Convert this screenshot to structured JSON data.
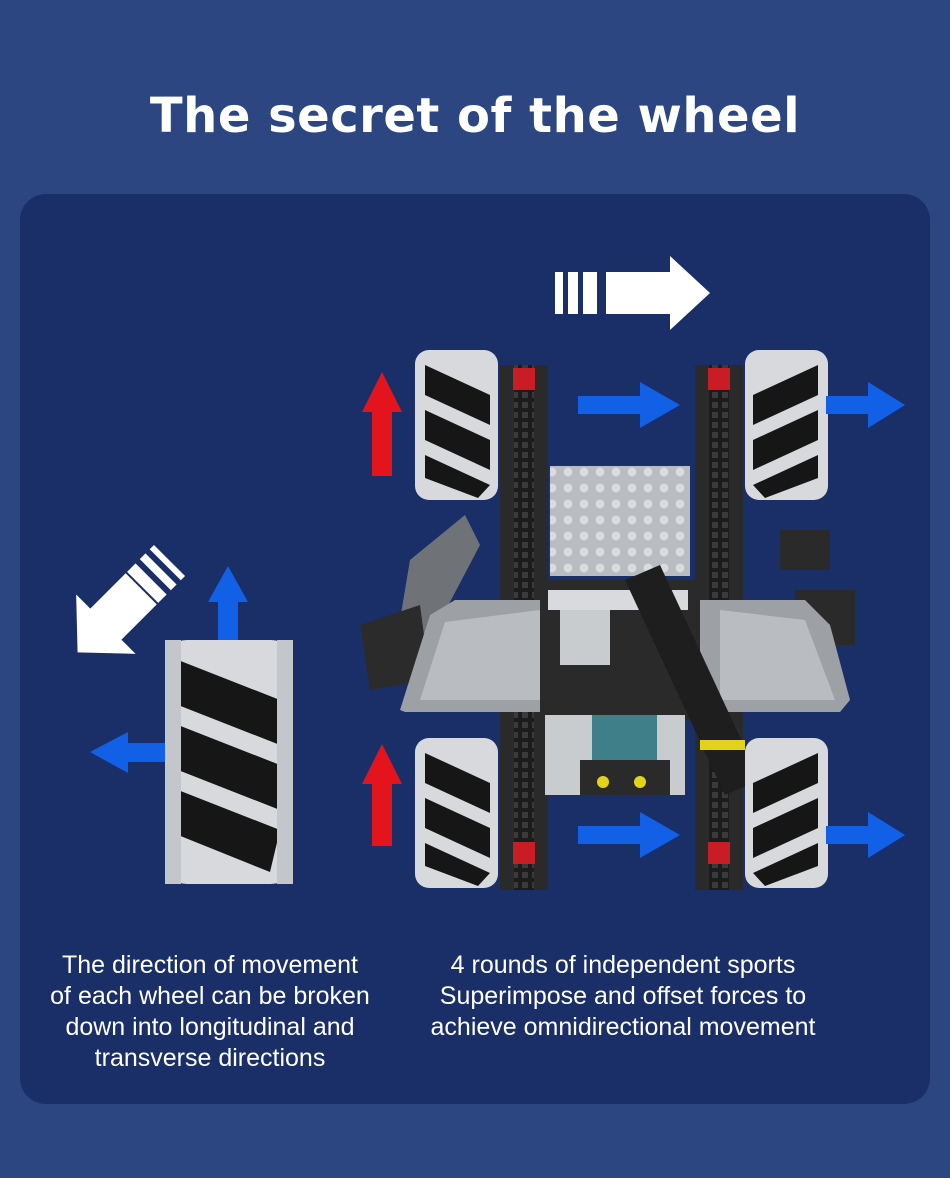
{
  "title": "The secret of the wheel",
  "captions": {
    "left": [
      "The direction of movement",
      "of each wheel can be broken",
      "down into longitudinal and",
      "transverse directions"
    ],
    "right": [
      "4 rounds of independent sports",
      "Superimpose and offset forces to",
      "achieve omnidirectional movement"
    ]
  },
  "colors": {
    "background": "#2c4682",
    "panel": "#1a2f68",
    "arrow_blue": "#1160e6",
    "arrow_red": "#e3141b",
    "arrow_white": "#ffffff"
  }
}
